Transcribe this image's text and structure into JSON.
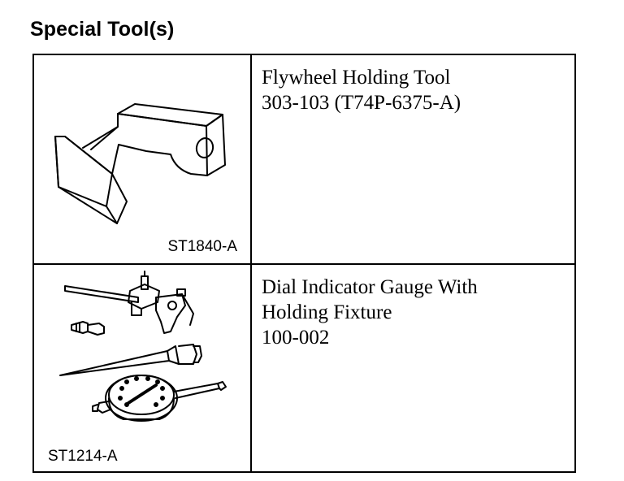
{
  "heading": "Special Tool(s)",
  "tools": [
    {
      "figure_id": "ST1840-A",
      "description": [
        "Flywheel Holding Tool",
        "303-103 (T74P-6375-A)"
      ],
      "icon": "flywheel-holding-tool-illustration"
    },
    {
      "figure_id": "ST1214-A",
      "description": [
        "Dial Indicator Gauge With",
        "Holding Fixture",
        "100-002"
      ],
      "icon": "dial-indicator-gauge-illustration"
    }
  ]
}
